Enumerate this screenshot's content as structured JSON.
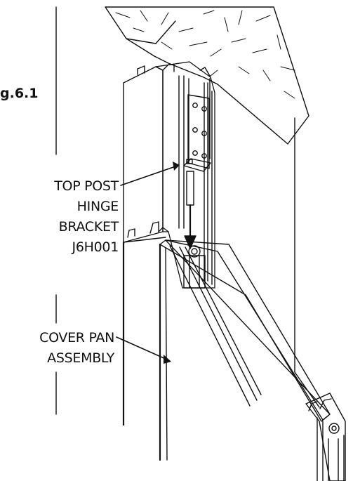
{
  "figure": {
    "label": "g.6.1"
  },
  "callouts": [
    {
      "lines": [
        "TOP POST",
        "HINGE",
        "BRACKET",
        "J6H001"
      ]
    },
    {
      "lines": [
        "COVER PAN",
        "ASSEMBLY"
      ]
    }
  ],
  "colors": {
    "ink": "#111111",
    "background": "#ffffff"
  }
}
